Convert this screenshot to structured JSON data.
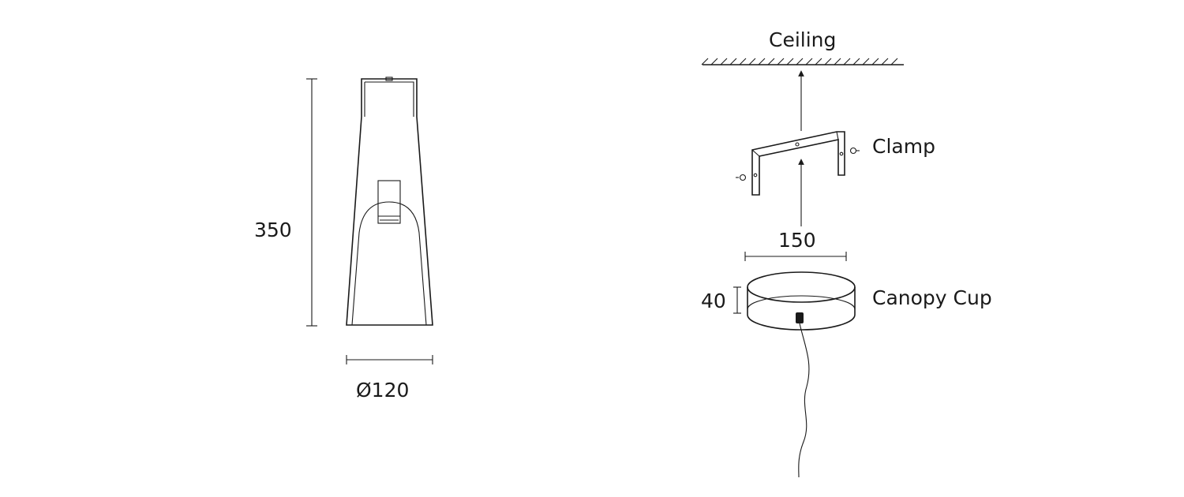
{
  "labels": {
    "height_dim": "350",
    "diameter_dim": "Ø120",
    "ceiling": "Ceiling",
    "clamp": "Clamp",
    "canopy_width": "150",
    "canopy_height": "40",
    "canopy_cup": "Canopy Cup"
  },
  "colors": {
    "line": "#1a1a1a",
    "background": "#ffffff"
  }
}
